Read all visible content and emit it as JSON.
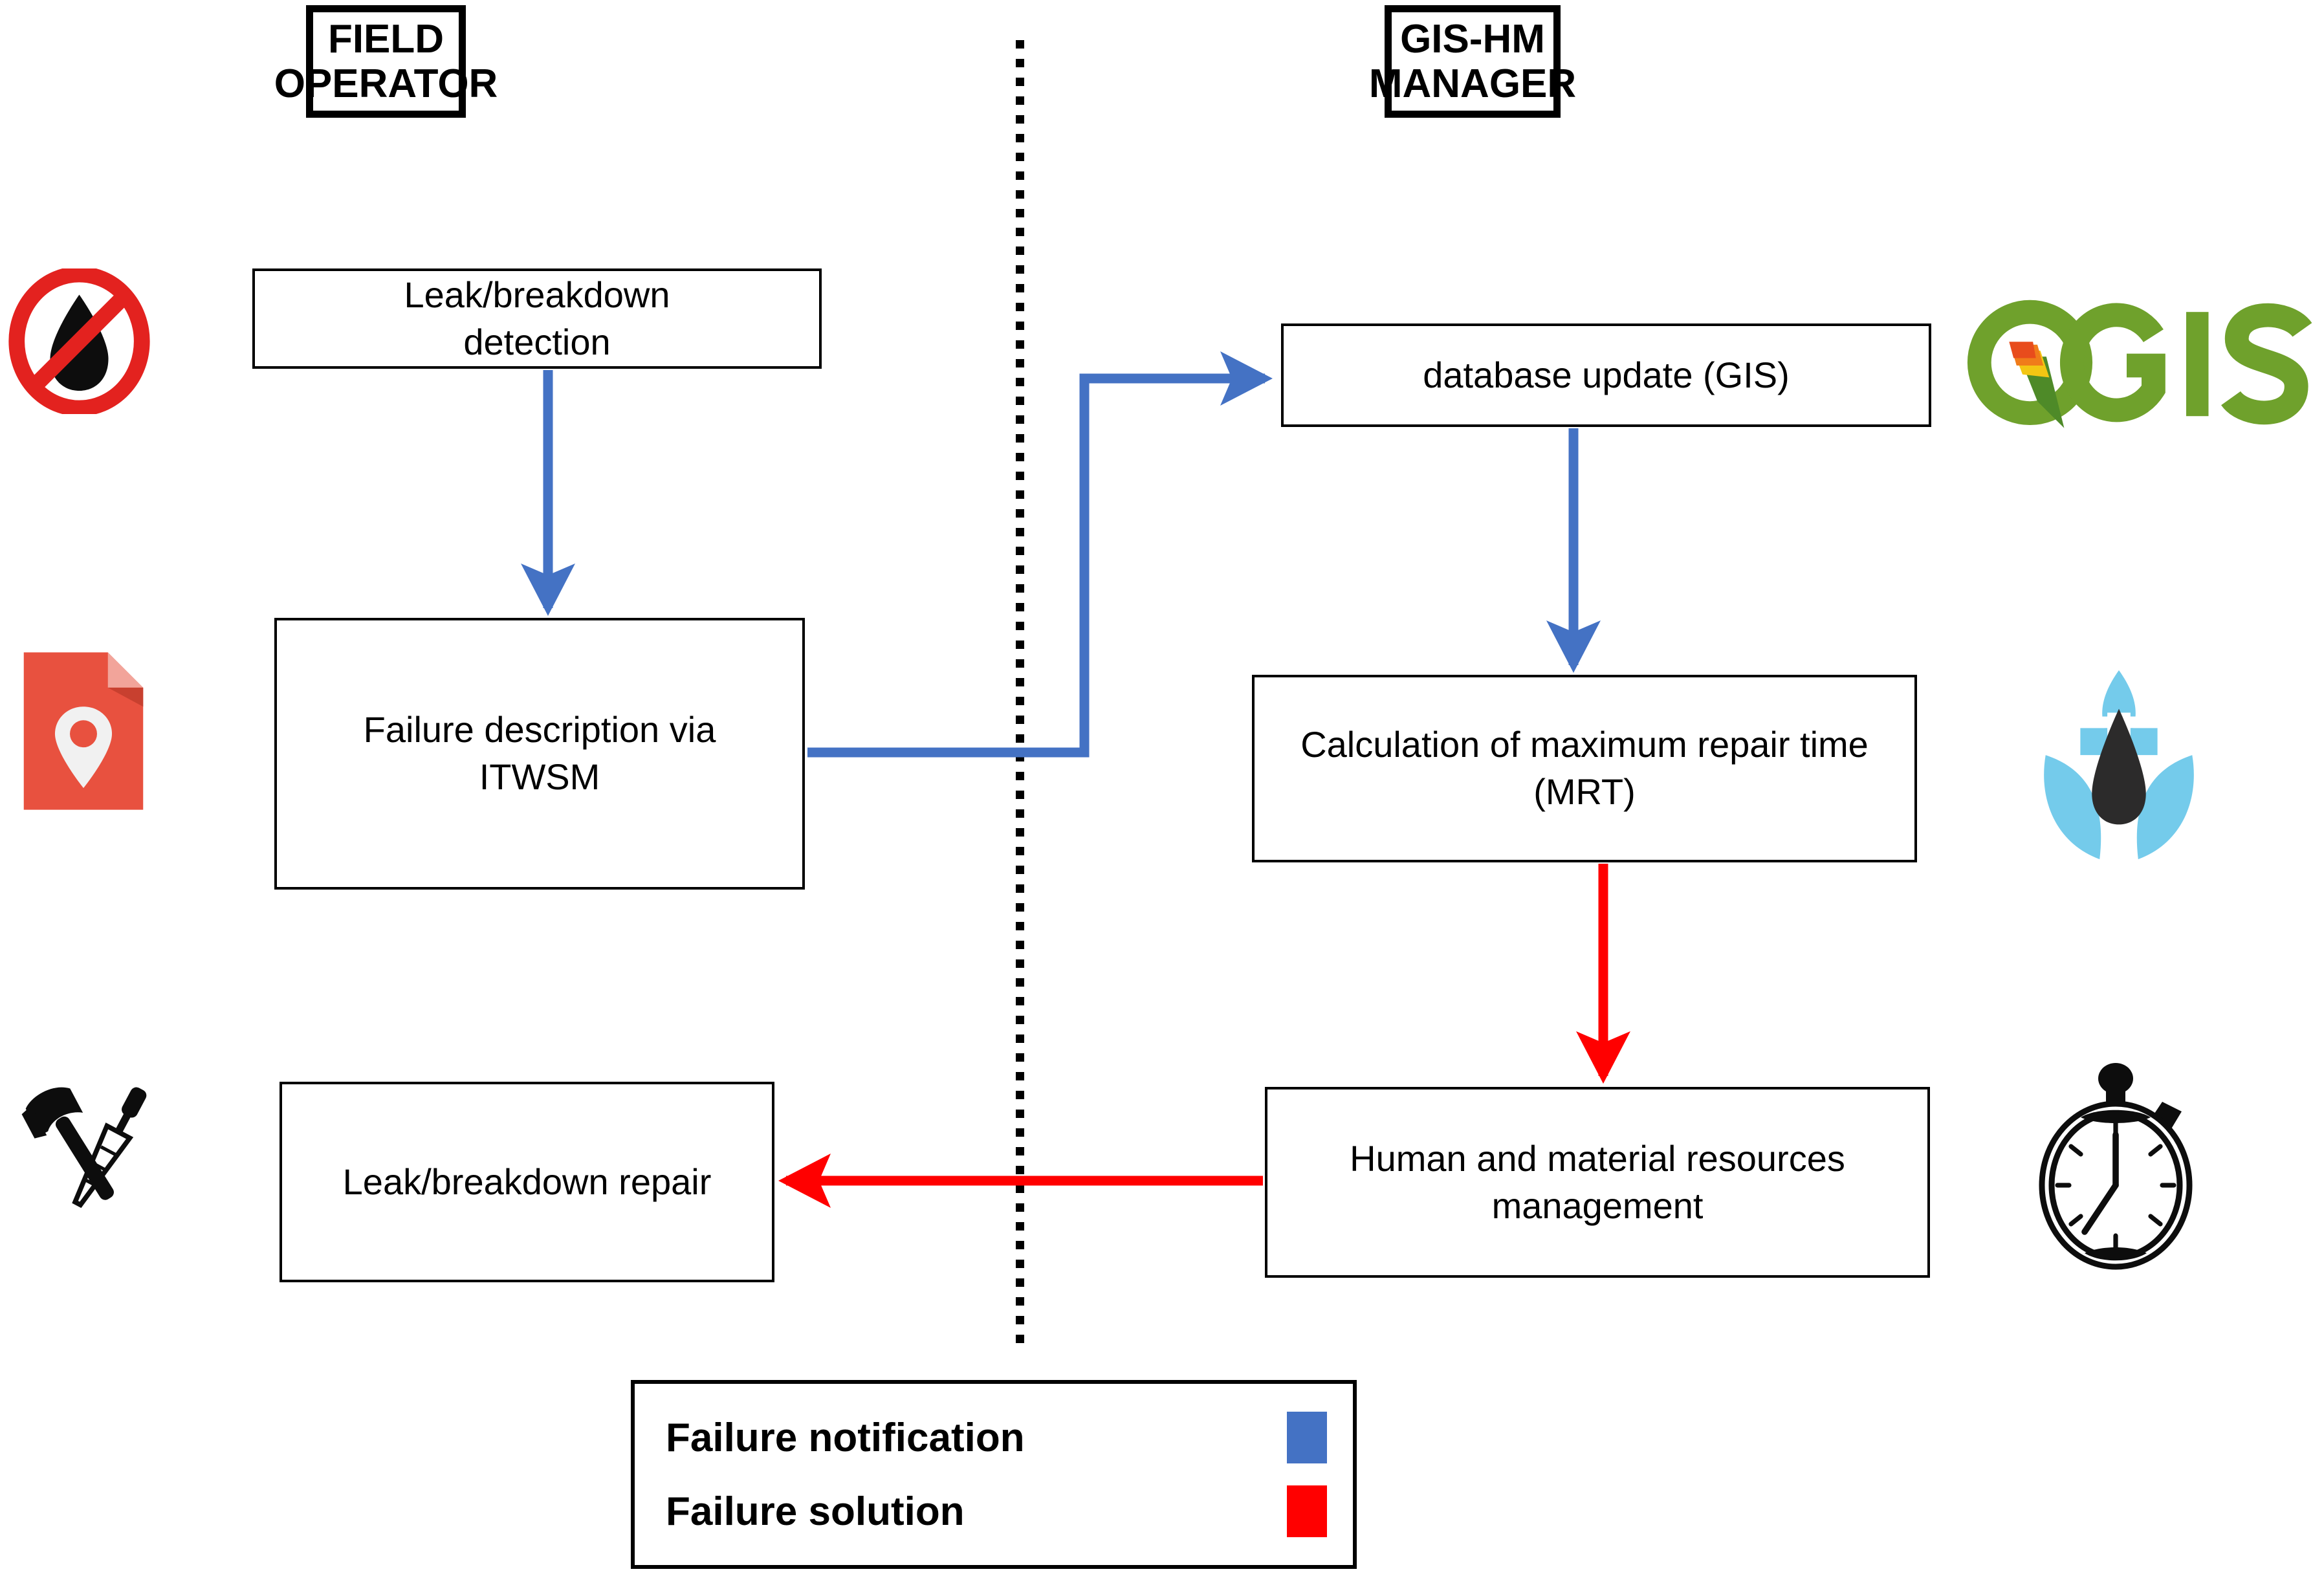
{
  "diagram": {
    "title_lanes": [
      {
        "id": "field-operator",
        "label": "FIELD\nOPERATOR"
      },
      {
        "id": "gis-hm-manager",
        "label": "GIS-HM\nMANAGER"
      }
    ],
    "lanes": {
      "left": {
        "name": "FIELD OPERATOR",
        "line1": "FIELD",
        "line2": "OPERATOR"
      },
      "right": {
        "name": "GIS-HM MANAGER",
        "line1": "GIS-HM",
        "line2": "MANAGER"
      }
    },
    "nodes": [
      {
        "id": "leak-detection",
        "lane": "left",
        "text": "Leak/breakdown detection"
      },
      {
        "id": "failure-description",
        "lane": "left",
        "text": "Failure description via ITWSM"
      },
      {
        "id": "leak-repair",
        "lane": "left",
        "text": "Leak/breakdown repair"
      },
      {
        "id": "database-update",
        "lane": "right",
        "text": "database update (GIS)"
      },
      {
        "id": "mrt-calculation",
        "lane": "right",
        "text": "Calculation of maximum repair time (MRT)"
      },
      {
        "id": "resources-management",
        "lane": "right",
        "text": "Human and material resources management"
      }
    ],
    "node_text": {
      "leak_detection": "Leak/breakdown detection",
      "failure_description": "Failure description via ITWSM",
      "leak_repair": "Leak/breakdown repair",
      "database_update": "database update (GIS)",
      "mrt_calculation": "Calculation of maximum repair time (MRT)",
      "resources_management": "Human and material resources management"
    },
    "edges": [
      {
        "from": "leak-detection",
        "to": "failure-description",
        "type": "notification"
      },
      {
        "from": "failure-description",
        "to": "database-update",
        "type": "notification"
      },
      {
        "from": "database-update",
        "to": "mrt-calculation",
        "type": "notification"
      },
      {
        "from": "mrt-calculation",
        "to": "resources-management",
        "type": "solution"
      },
      {
        "from": "resources-management",
        "to": "leak-repair",
        "type": "solution"
      }
    ],
    "icons": [
      {
        "id": "no-leak-icon",
        "name": "no-water-drop-icon",
        "lane": "left",
        "row": 1
      },
      {
        "id": "map-file-icon",
        "name": "map-pin-document-icon",
        "lane": "left",
        "row": 2
      },
      {
        "id": "tools-icon",
        "name": "hammer-screwdriver-icon",
        "lane": "left",
        "row": 3
      },
      {
        "id": "qgis-logo",
        "name": "qgis-logo",
        "lane": "right",
        "row": 1
      },
      {
        "id": "water-lily-icon",
        "name": "water-utility-logo",
        "lane": "right",
        "row": 2
      },
      {
        "id": "stopwatch-icon",
        "name": "stopwatch-icon",
        "lane": "right",
        "row": 3
      }
    ],
    "qgis_logo_text": "QGIS"
  },
  "legend": {
    "items": [
      {
        "label": "Failure notification",
        "color": "#4472C4"
      },
      {
        "label": "Failure solution",
        "color": "#FF0000"
      }
    ]
  },
  "colors": {
    "notification_blue": "#4472C4",
    "solution_red": "#FF0000",
    "border_black": "#000000",
    "qgis_green": "#589632",
    "qgis_light_green": "#93BE3F",
    "lily_blue": "#74CBEB",
    "file_red": "#E8513F",
    "background": "#FFFFFF"
  }
}
